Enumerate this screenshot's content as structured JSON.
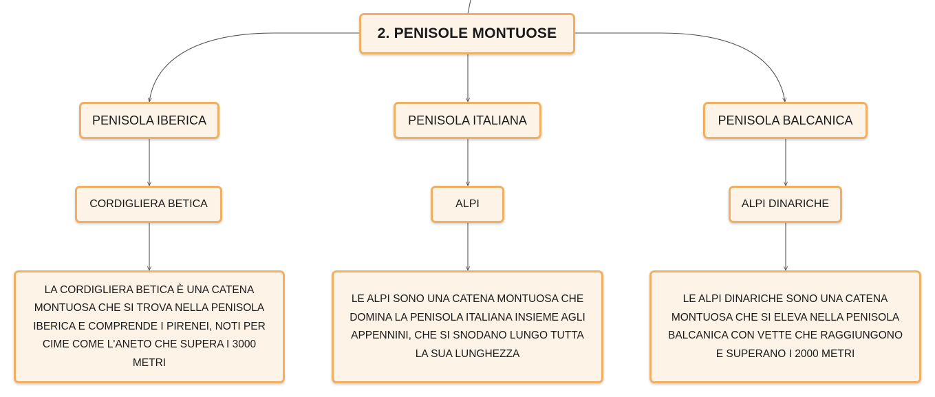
{
  "colors": {
    "node_fill": "#fdf3e6",
    "node_border": "#efb063",
    "connector": "#555555"
  },
  "diagram": {
    "root": {
      "label": "2. PENISOLE MONTUOSE"
    },
    "branches": [
      {
        "peninsula": "PENISOLA IBERICA",
        "range": "CORDIGLIERA BETICA",
        "description": [
          "LA CORDIGLIERA BETICA È UNA CATENA",
          "MONTUOSA CHE SI TROVA NELLA PENISOLA",
          "IBERICA E COMPRENDE I PIRENEI, NOTI PER",
          "CIME COME L'ANETO CHE SUPERA I 3000",
          "METRI"
        ]
      },
      {
        "peninsula": "PENISOLA ITALIANA",
        "range": "ALPI",
        "description": [
          "LE ALPI SONO UNA CATENA MONTUOSA CHE",
          "DOMINA LA PENISOLA ITALIANA INSIEME AGLI",
          "APPENNINI, CHE SI SNODANO LUNGO TUTTA",
          "LA SUA LUNGHEZZA"
        ]
      },
      {
        "peninsula": "PENISOLA BALCANICA",
        "range": "ALPI DINARICHE",
        "description": [
          "LE ALPI DINARICHE SONO UNA CATENA",
          "MONTUOSA CHE SI ELEVA NELLA PENISOLA",
          "BALCANICA CON VETTE CHE RAGGIUNGONO",
          "E SUPERANO I 2000 METRI"
        ]
      }
    ]
  }
}
